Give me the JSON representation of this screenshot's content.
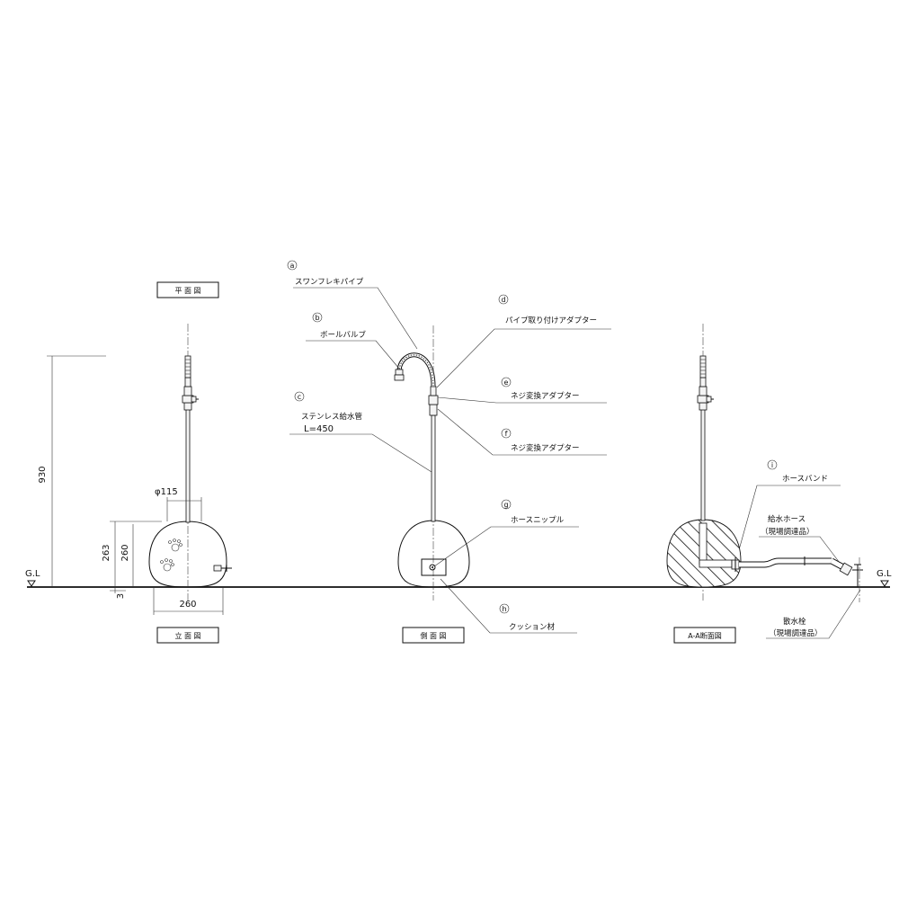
{
  "views": {
    "plan_title": "平 面 図",
    "elevation_title": "立 面 図",
    "side_title": "側 面 図",
    "section_title": "A-A断面図"
  },
  "ground": {
    "left_label": "G.L",
    "right_label": "G.L"
  },
  "dimensions": {
    "total_height": "930",
    "body_height_263": "263",
    "body_height_260": "260",
    "base_offset": "3",
    "top_diameter": "φ115",
    "body_width": "260"
  },
  "callouts": [
    {
      "id": "a",
      "label": "スワンフレキパイプ"
    },
    {
      "id": "b",
      "label": "ボールバルブ"
    },
    {
      "id": "c",
      "label": "ステンレス給水管",
      "sub": "L=450"
    },
    {
      "id": "d",
      "label": "パイプ取り付けアダプター"
    },
    {
      "id": "e",
      "label": "ネジ変換アダプター"
    },
    {
      "id": "f",
      "label": "ネジ変換アダプター"
    },
    {
      "id": "g",
      "label": "ホースニップル"
    },
    {
      "id": "h",
      "label": "クッション材"
    },
    {
      "id": "i",
      "label": "ホースバンド"
    }
  ],
  "section_notes": {
    "hose_label": "給水ホース",
    "hose_sub": "（現場調達品）",
    "faucet_label": "散水栓",
    "faucet_sub": "（現場調達品）"
  }
}
